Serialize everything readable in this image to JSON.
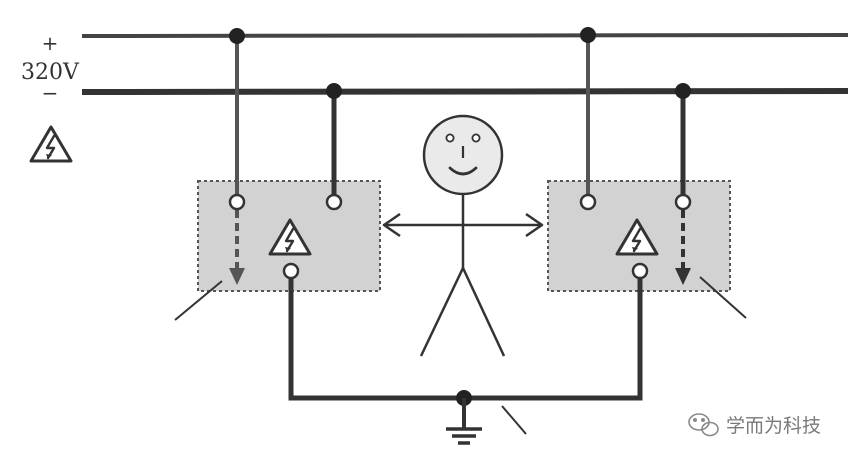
{
  "supply": {
    "plus_sign": "+",
    "voltage_label": "320V",
    "minus_sign": "−"
  },
  "warning_icon": "lightning-warning-triangle",
  "person_icon": "stick-figure-smiling",
  "ground_icon": "earth-ground-symbol",
  "watermark": {
    "icon": "wechat-logo",
    "text": "学而为科技"
  },
  "colors": {
    "line": "#3c3c3c",
    "box_fill": "#d2d2d2",
    "box_border": "#555555",
    "background": "#ffffff"
  }
}
